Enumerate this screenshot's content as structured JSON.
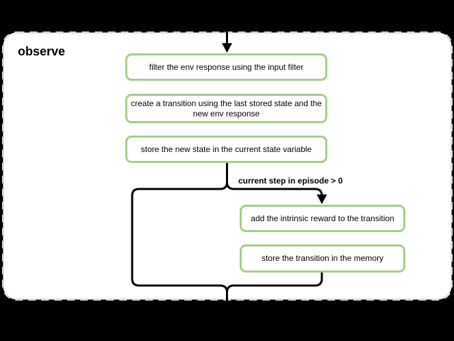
{
  "diagram": {
    "title": "observe",
    "condition_label": "current step in episode > 0",
    "nodes": [
      {
        "id": "filter-env-response",
        "label": "filter the env response using the input filter"
      },
      {
        "id": "create-transition",
        "label": "create a transition using the last stored state and the\nnew env response"
      },
      {
        "id": "store-new-state",
        "label": "store the new state in the current state variable"
      },
      {
        "id": "add-intrinsic-reward",
        "label": "add the intrinsic reward to the transition"
      },
      {
        "id": "store-transition",
        "label": "store the transition in the memory"
      }
    ],
    "colors": {
      "node_border": "#a4ce89",
      "node_fill": "#ffffff",
      "connector": "#000000",
      "container_fill": "#ffffff",
      "container_border": "#d9d9d9",
      "background": "#000000",
      "text": "#000000"
    }
  }
}
